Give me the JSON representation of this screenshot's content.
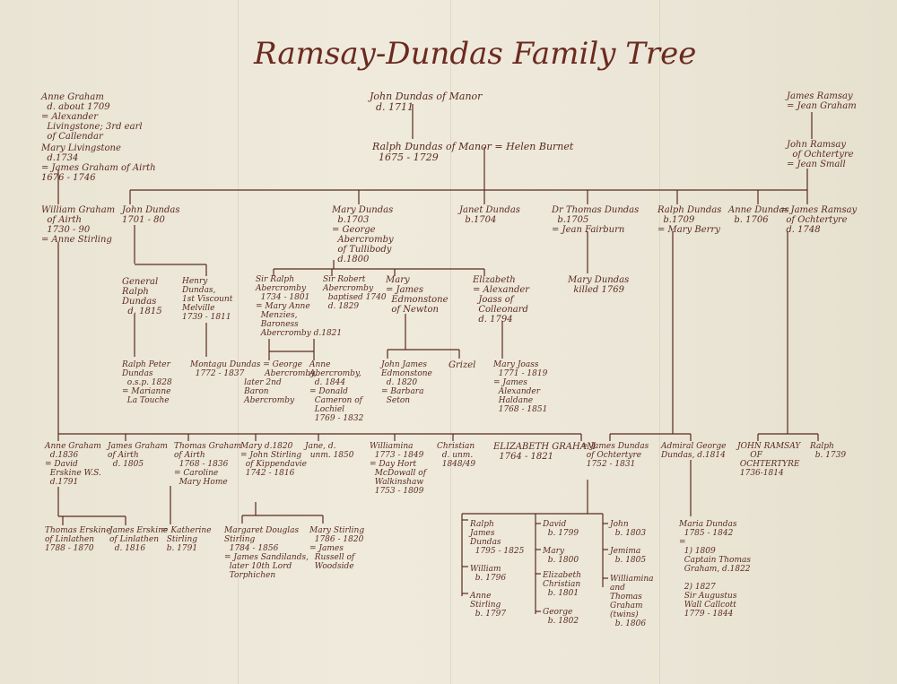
{
  "title": "Ramsay-Dundas Family Tree",
  "persons": {
    "anne_graham_top": "Anne Graham\n  d. about 1709\n= Alexander\n  Livingstone; 3rd earl\n  of Callendar",
    "mary_livingstone": "Mary Livingstone\n  d.1734\n= James Graham of Airth\n1676 - 1746",
    "william_graham": "William Graham\n  of Airth\n  1730 - 90\n= Anne Stirling",
    "john_dundas_manor": "John Dundas of Manor\n  d. 1711",
    "ralph_dundas_manor": "Ralph Dundas of Manor = Helen Burnet\n  1675 - 1729",
    "james_ramsay_top": "James Ramsay\n= Jean Graham",
    "john_ramsay_ochtertyre": "John Ramsay\n  of Ochtertyre\n= Jean Small",
    "james_ramsay_ochtertyre": "= James Ramsay\n  of Ochtertyre\n  d. 1748",
    "john_dundas": "John Dundas\n1701 - 80",
    "mary_dundas": "Mary Dundas\n  b.1703\n= George\n  Abercromby\n  of Tullibody\n  d.1800",
    "janet_dundas": "Janet Dundas\n  b.1704",
    "dr_thomas_dundas": "Dr Thomas Dundas\n  b.1705\n= Jean Fairburn",
    "ralph_dundas_1709": "Ralph Dundas\n  b.1709\n= Mary Berry",
    "anne_dundas": "Anne Dundas\n  b. 1706",
    "general_ralph": "General\nRalph\nDundas\n  d. 1815",
    "henry_dundas": "Henry\nDundas,\n1st Viscount\nMelville\n1739 - 1811",
    "sir_ralph": "Sir Ralph\nAbercromby\n  1734 - 1801\n= Mary Anne\n  Menzies,\n  Baroness\n  Abercromby d.1821",
    "sir_robert": "Sir Robert\nAbercromby\n  baptised 1740\n  d. 1829",
    "mary_edmonstone": "Mary\n= James\n  Edmonstone\n  of Newton",
    "elizabeth_joass": "Elizabeth\n= Alexander\n  Joass of\n  Colleonard\n  d. 1794",
    "mary_dundas_1769": "Mary Dundas\n  killed 1769",
    "ralph_peter": "Ralph Peter\nDundas\n  o.s.p. 1828\n= Marianne\n  La Touche",
    "montagu_dundas": "Montagu Dundas = George\n  1772 - 1837        Abercromby,\n                     later 2nd\n                     Baron\n                     Abercromby",
    "anne_abercromby": "Anne\nAbercromby,\n  d. 1844\n= Donald\n  Cameron of\n  Lochiel\n  1769 - 1832",
    "john_james_edmonstone": "John James\nEdmonstone\n  d. 1820\n= Barbara\n  Seton",
    "grizel": "Grizel",
    "mary_joass": "Mary Joass\n  1771 - 1819\n= James\n  Alexander\n  Haldane\n  1768 - 1851",
    "anne_graham_1836": "Anne Graham\n  d.1836\n= David\n  Erskine W.S.\n  d.1791",
    "james_graham_airth": "James Graham\nof Airth\n  d. 1805",
    "thomas_graham_airth": "Thomas Graham\nof Airth\n  1768 - 1836\n= Caroline\n  Mary Home",
    "mary_stirling_1820": "Mary d.1820\n= John Stirling\n  of Kippendavie\n  1742 - 1816",
    "jane": "Jane, d.\n  unm. 1850",
    "williamina": "Williamina\n  1773 - 1849\n= Day Hort\n  McDowall of\n  Walkinshaw\n  1753 - 1809",
    "christian": "Christian\n  d. unm.\n  1848/49",
    "elizabeth_graham": "ELIZABETH GRAHAM\n  1764 - 1821",
    "james_dundas_ochtertyre": "= James Dundas\n  of Ochtertyre\n  1752 - 1831",
    "admiral_george": "Admiral George\nDundas, d.1814",
    "john_ramsay_1736": "JOHN RAMSAY\n     OF\n OCHTERTYRE\n 1736-1814",
    "ralph_1739": "Ralph\n  b. 1739",
    "thomas_erskine": "Thomas Erskine\nof Linlathen\n1788 - 1870",
    "james_erskine": "James Erskine\nof Linlathen\n  d. 1816",
    "katherine_stirling": "= Katherine\n  Stirling\n  b. 1791",
    "margaret_douglas": "Margaret Douglas\nStirling\n  1784 - 1856\n= James Sandilands,\n  later 10th Lord\n  Torphichen",
    "mary_stirling_1786": "Mary Stirling\n  1786 - 1820\n= James\n  Russell of\n  Woodside",
    "ralph_james": "Ralph\nJames\nDundas\n  1795 - 1825",
    "william_1796": "William\n  b. 1796",
    "anne_stirling_1797": "Anne\nStirling\n  b. 1797",
    "david_1799": "David\n  b. 1799",
    "mary_1800": "Mary\n  b. 1800",
    "elizabeth_christian": "Elizabeth\nChristian\n  b. 1801",
    "george_1802": "George\n  b. 1802",
    "john_1803": "John\n  b. 1803",
    "jemima_1805": "Jemima\n  b. 1805",
    "williamina_thomas": "Williamina\nand\nThomas\nGraham\n(twins)\n  b. 1806",
    "maria_dundas": "Maria Dundas\n  1785 - 1842\n=\n  1) 1809\n  Captain Thomas\n  Graham, d.1822\n\n  2) 1827\n  Sir Augustus\n  Wall Callcott\n  1779 - 1844"
  },
  "colors": {
    "ink": "#5a2a1f",
    "title": "#6b2a20",
    "paper": "#ece7d9"
  }
}
